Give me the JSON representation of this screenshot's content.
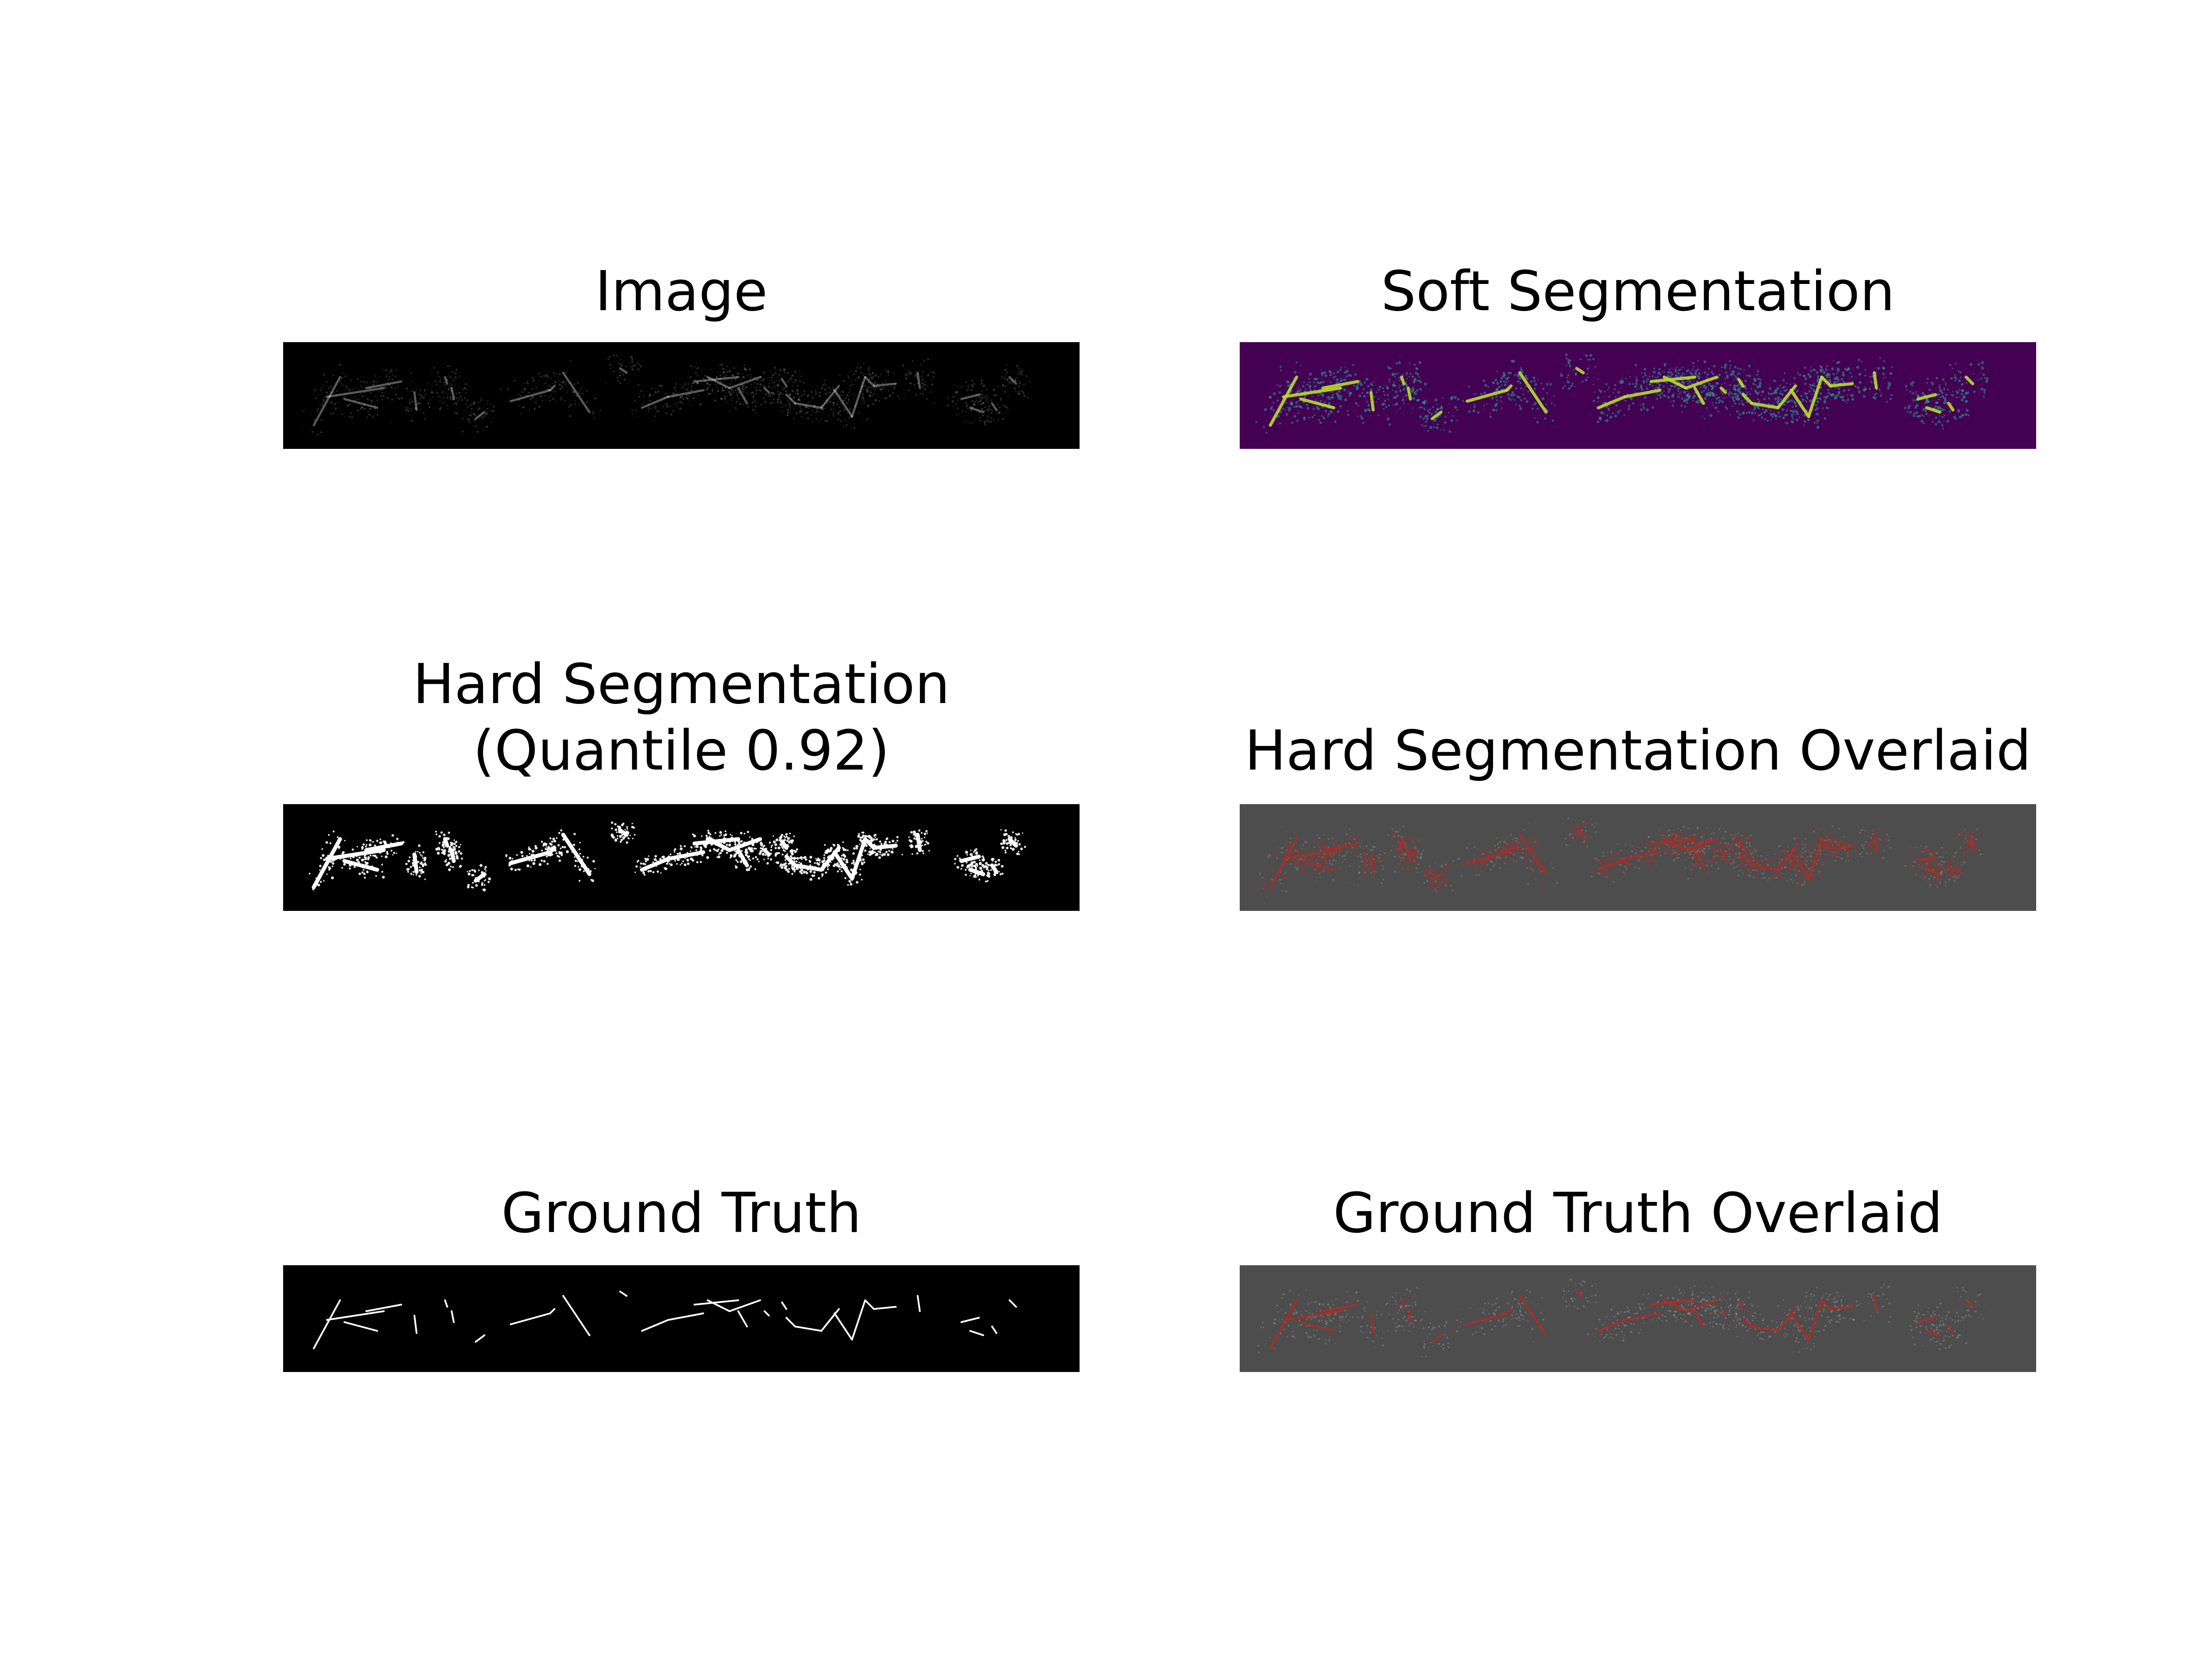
{
  "panels": [
    {
      "title": "Image",
      "kind": "raw"
    },
    {
      "title": "Soft Segmentation",
      "kind": "soft"
    },
    {
      "title": "Hard Segmentation\n(Quantile 0.92)",
      "kind": "hard"
    },
    {
      "title": "Hard Segmentation Overlaid",
      "kind": "hard-overlay"
    },
    {
      "title": "Ground Truth",
      "kind": "truth"
    },
    {
      "title": "Ground Truth Overlaid",
      "kind": "truth-overlay"
    }
  ],
  "colors": {
    "raw_background": "#000000",
    "raw_signal": "#ffffff",
    "soft_background": "#440154",
    "soft_mid": "#2a9d8f",
    "soft_high": "#b8de29",
    "hard_foreground": "#ffffff",
    "overlay_background": "#4d4d4d",
    "overlay_mask": "#c0261f"
  }
}
